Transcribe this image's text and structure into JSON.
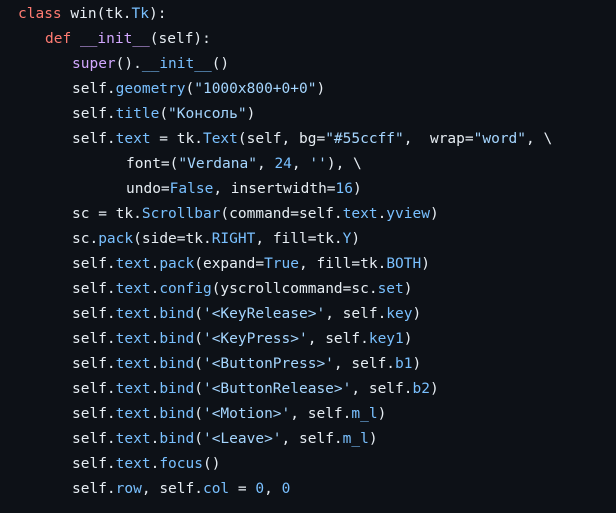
{
  "colors": {
    "background": "#0d1117",
    "plain": "#e6edf3",
    "keyword": "#ff7b72",
    "function": "#d2a8ff",
    "attribute": "#79c0ff",
    "string": "#a5d6ff",
    "number": "#79c0ff"
  },
  "code": {
    "language": "python",
    "lines": [
      {
        "indent": 0,
        "tokens": [
          {
            "t": "class",
            "k": "kw"
          },
          {
            "t": " win(tk.",
            "k": "plain"
          },
          {
            "t": "Tk",
            "k": "attr"
          },
          {
            "t": "):",
            "k": "plain"
          }
        ]
      },
      {
        "indent": 1,
        "tokens": [
          {
            "t": "def",
            "k": "kw"
          },
          {
            "t": " ",
            "k": "plain"
          },
          {
            "t": "__init__",
            "k": "fn"
          },
          {
            "t": "(self):",
            "k": "plain"
          }
        ]
      },
      {
        "indent": 2,
        "tokens": [
          {
            "t": "super",
            "k": "fn"
          },
          {
            "t": "().",
            "k": "plain"
          },
          {
            "t": "__init__",
            "k": "attr"
          },
          {
            "t": "()",
            "k": "plain"
          }
        ]
      },
      {
        "indent": 2,
        "tokens": [
          {
            "t": "self.",
            "k": "plain"
          },
          {
            "t": "geometry",
            "k": "attr"
          },
          {
            "t": "(",
            "k": "plain"
          },
          {
            "t": "\"1000x800+0+0\"",
            "k": "str"
          },
          {
            "t": ")",
            "k": "plain"
          }
        ]
      },
      {
        "indent": 2,
        "tokens": [
          {
            "t": "self.",
            "k": "plain"
          },
          {
            "t": "title",
            "k": "attr"
          },
          {
            "t": "(",
            "k": "plain"
          },
          {
            "t": "\"Консоль\"",
            "k": "str"
          },
          {
            "t": ")",
            "k": "plain"
          }
        ]
      },
      {
        "indent": 2,
        "tokens": [
          {
            "t": "self.",
            "k": "plain"
          },
          {
            "t": "text",
            "k": "attr"
          },
          {
            "t": " = tk.",
            "k": "plain"
          },
          {
            "t": "Text",
            "k": "attr"
          },
          {
            "t": "(self, bg=",
            "k": "plain"
          },
          {
            "t": "\"#55ccff\"",
            "k": "str"
          },
          {
            "t": ",  wrap=",
            "k": "plain"
          },
          {
            "t": "\"word\"",
            "k": "str"
          },
          {
            "t": ", \\",
            "k": "plain"
          }
        ]
      },
      {
        "indent": 4,
        "tokens": [
          {
            "t": "font=(",
            "k": "plain"
          },
          {
            "t": "\"Verdana\"",
            "k": "str"
          },
          {
            "t": ", ",
            "k": "plain"
          },
          {
            "t": "24",
            "k": "num"
          },
          {
            "t": ", ",
            "k": "plain"
          },
          {
            "t": "''",
            "k": "str"
          },
          {
            "t": "), \\",
            "k": "plain"
          }
        ]
      },
      {
        "indent": 4,
        "tokens": [
          {
            "t": "undo=",
            "k": "plain"
          },
          {
            "t": "False",
            "k": "attr"
          },
          {
            "t": ", insertwidth=",
            "k": "plain"
          },
          {
            "t": "16",
            "k": "num"
          },
          {
            "t": ")",
            "k": "plain"
          }
        ]
      },
      {
        "indent": 2,
        "tokens": [
          {
            "t": "sc = tk.",
            "k": "plain"
          },
          {
            "t": "Scrollbar",
            "k": "attr"
          },
          {
            "t": "(command=self.",
            "k": "plain"
          },
          {
            "t": "text",
            "k": "attr"
          },
          {
            "t": ".",
            "k": "plain"
          },
          {
            "t": "yview",
            "k": "attr"
          },
          {
            "t": ")",
            "k": "plain"
          }
        ]
      },
      {
        "indent": 2,
        "tokens": [
          {
            "t": "sc.",
            "k": "plain"
          },
          {
            "t": "pack",
            "k": "attr"
          },
          {
            "t": "(side=tk.",
            "k": "plain"
          },
          {
            "t": "RIGHT",
            "k": "attr"
          },
          {
            "t": ", fill=tk.",
            "k": "plain"
          },
          {
            "t": "Y",
            "k": "attr"
          },
          {
            "t": ")",
            "k": "plain"
          }
        ]
      },
      {
        "indent": 2,
        "tokens": [
          {
            "t": "self.",
            "k": "plain"
          },
          {
            "t": "text",
            "k": "attr"
          },
          {
            "t": ".",
            "k": "plain"
          },
          {
            "t": "pack",
            "k": "attr"
          },
          {
            "t": "(expand=",
            "k": "plain"
          },
          {
            "t": "True",
            "k": "attr"
          },
          {
            "t": ", fill=tk.",
            "k": "plain"
          },
          {
            "t": "BOTH",
            "k": "attr"
          },
          {
            "t": ")",
            "k": "plain"
          }
        ]
      },
      {
        "indent": 2,
        "tokens": [
          {
            "t": "self.",
            "k": "plain"
          },
          {
            "t": "text",
            "k": "attr"
          },
          {
            "t": ".",
            "k": "plain"
          },
          {
            "t": "config",
            "k": "attr"
          },
          {
            "t": "(yscrollcommand=sc.",
            "k": "plain"
          },
          {
            "t": "set",
            "k": "attr"
          },
          {
            "t": ")",
            "k": "plain"
          }
        ]
      },
      {
        "indent": 2,
        "tokens": [
          {
            "t": "self.",
            "k": "plain"
          },
          {
            "t": "text",
            "k": "attr"
          },
          {
            "t": ".",
            "k": "plain"
          },
          {
            "t": "bind",
            "k": "attr"
          },
          {
            "t": "(",
            "k": "plain"
          },
          {
            "t": "'<KeyRelease>'",
            "k": "str"
          },
          {
            "t": ", self.",
            "k": "plain"
          },
          {
            "t": "key",
            "k": "attr"
          },
          {
            "t": ")",
            "k": "plain"
          }
        ]
      },
      {
        "indent": 2,
        "tokens": [
          {
            "t": "self.",
            "k": "plain"
          },
          {
            "t": "text",
            "k": "attr"
          },
          {
            "t": ".",
            "k": "plain"
          },
          {
            "t": "bind",
            "k": "attr"
          },
          {
            "t": "(",
            "k": "plain"
          },
          {
            "t": "'<KeyPress>'",
            "k": "str"
          },
          {
            "t": ", self.",
            "k": "plain"
          },
          {
            "t": "key1",
            "k": "attr"
          },
          {
            "t": ")",
            "k": "plain"
          }
        ]
      },
      {
        "indent": 2,
        "tokens": [
          {
            "t": "self.",
            "k": "plain"
          },
          {
            "t": "text",
            "k": "attr"
          },
          {
            "t": ".",
            "k": "plain"
          },
          {
            "t": "bind",
            "k": "attr"
          },
          {
            "t": "(",
            "k": "plain"
          },
          {
            "t": "'<ButtonPress>'",
            "k": "str"
          },
          {
            "t": ", self.",
            "k": "plain"
          },
          {
            "t": "b1",
            "k": "attr"
          },
          {
            "t": ")",
            "k": "plain"
          }
        ]
      },
      {
        "indent": 2,
        "tokens": [
          {
            "t": "self.",
            "k": "plain"
          },
          {
            "t": "text",
            "k": "attr"
          },
          {
            "t": ".",
            "k": "plain"
          },
          {
            "t": "bind",
            "k": "attr"
          },
          {
            "t": "(",
            "k": "plain"
          },
          {
            "t": "'<ButtonRelease>'",
            "k": "str"
          },
          {
            "t": ", self.",
            "k": "plain"
          },
          {
            "t": "b2",
            "k": "attr"
          },
          {
            "t": ")",
            "k": "plain"
          }
        ]
      },
      {
        "indent": 2,
        "tokens": [
          {
            "t": "self.",
            "k": "plain"
          },
          {
            "t": "text",
            "k": "attr"
          },
          {
            "t": ".",
            "k": "plain"
          },
          {
            "t": "bind",
            "k": "attr"
          },
          {
            "t": "(",
            "k": "plain"
          },
          {
            "t": "'<Motion>'",
            "k": "str"
          },
          {
            "t": ", self.",
            "k": "plain"
          },
          {
            "t": "m_l",
            "k": "attr"
          },
          {
            "t": ")",
            "k": "plain"
          }
        ]
      },
      {
        "indent": 2,
        "tokens": [
          {
            "t": "self.",
            "k": "plain"
          },
          {
            "t": "text",
            "k": "attr"
          },
          {
            "t": ".",
            "k": "plain"
          },
          {
            "t": "bind",
            "k": "attr"
          },
          {
            "t": "(",
            "k": "plain"
          },
          {
            "t": "'<Leave>'",
            "k": "str"
          },
          {
            "t": ", self.",
            "k": "plain"
          },
          {
            "t": "m_l",
            "k": "attr"
          },
          {
            "t": ")",
            "k": "plain"
          }
        ]
      },
      {
        "indent": 2,
        "tokens": [
          {
            "t": "self.",
            "k": "plain"
          },
          {
            "t": "text",
            "k": "attr"
          },
          {
            "t": ".",
            "k": "plain"
          },
          {
            "t": "focus",
            "k": "attr"
          },
          {
            "t": "()",
            "k": "plain"
          }
        ]
      },
      {
        "indent": 2,
        "tokens": [
          {
            "t": "self.",
            "k": "plain"
          },
          {
            "t": "row",
            "k": "attr"
          },
          {
            "t": ", self.",
            "k": "plain"
          },
          {
            "t": "col",
            "k": "attr"
          },
          {
            "t": " = ",
            "k": "plain"
          },
          {
            "t": "0",
            "k": "num"
          },
          {
            "t": ", ",
            "k": "plain"
          },
          {
            "t": "0",
            "k": "num"
          }
        ]
      }
    ]
  }
}
